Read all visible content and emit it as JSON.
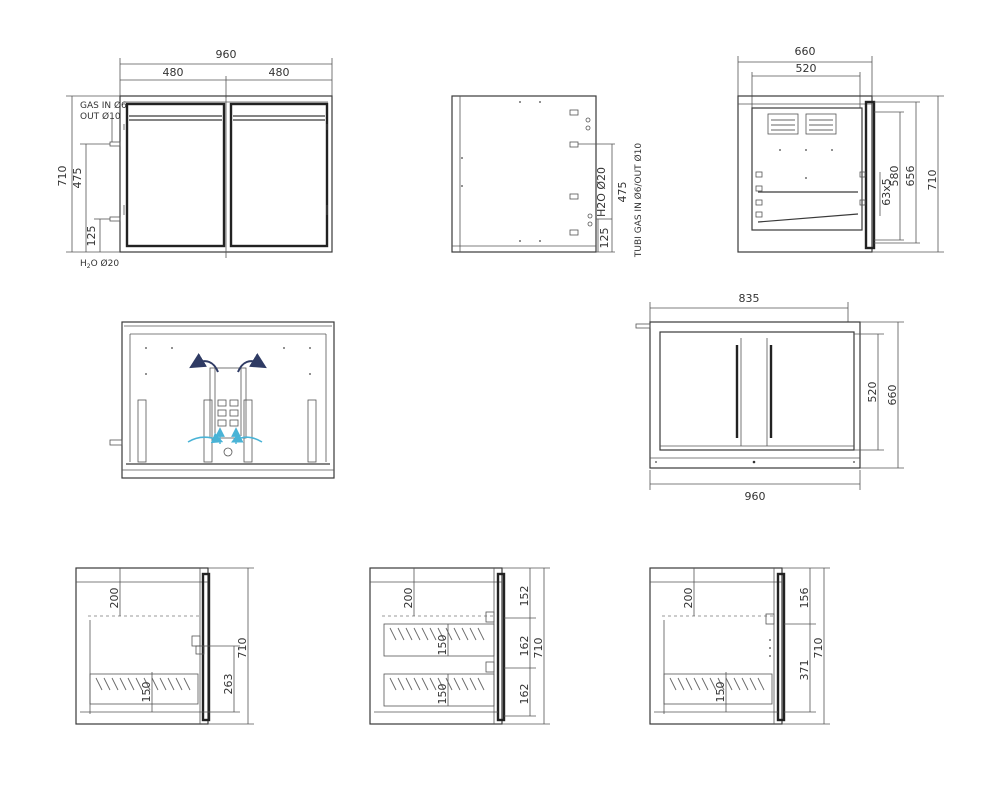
{
  "colors": {
    "line": "#333333",
    "arrow_blue": "#2f3b64",
    "airflow_cyan": "#49b3d6"
  },
  "front_view": {
    "width_total": "960",
    "width_left": "480",
    "width_right": "480",
    "height_total": "710",
    "height_gas": "475",
    "height_water": "125",
    "gas_label_1": "GAS IN Ø6",
    "gas_label_2": "OUT Ø10",
    "water_label_pre": "H",
    "water_label_sub": "2",
    "water_label_post": "O Ø20"
  },
  "back_view": {
    "h2o_label": "H2O Ø20",
    "height_gas": "475",
    "height_water": "125",
    "tubi_label": "TUBI GAS IN Ø6/OUT Ø10"
  },
  "side_view": {
    "depth_total": "660",
    "depth_inner": "520",
    "height_total": "710",
    "height_656": "656",
    "height_580": "580",
    "slot_label": "63x5"
  },
  "top_view": {
    "width_835": "835",
    "width_960": "960",
    "depth_520": "520",
    "depth_660": "660"
  },
  "sections": [
    {
      "top_dim": "200",
      "right_dims": [
        "263"
      ],
      "inner_dims": [
        "150"
      ],
      "height_total": "710"
    },
    {
      "top_dim": "200",
      "right_dims": [
        "152",
        "162",
        "162"
      ],
      "inner_dims": [
        "150",
        "150"
      ],
      "height_total": "710"
    },
    {
      "top_dim": "200",
      "right_dims": [
        "156",
        "371"
      ],
      "inner_dims": [
        "150"
      ],
      "height_total": "710"
    }
  ]
}
